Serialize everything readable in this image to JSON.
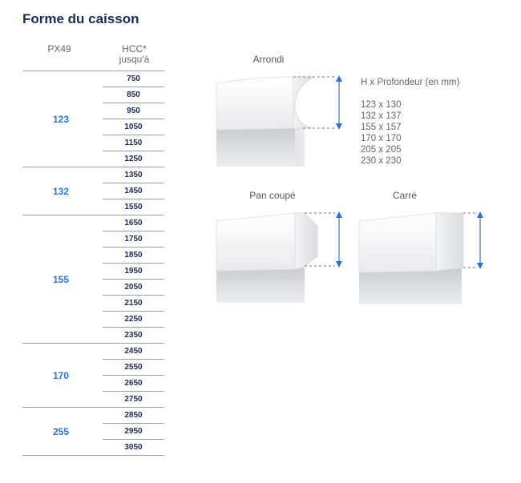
{
  "title": "Forme du caisson",
  "headers": {
    "col1": "PX49",
    "col2_line1": "HCC*",
    "col2_line2": "jusqu'à"
  },
  "groups": [
    {
      "label": "123",
      "values": [
        "750",
        "850",
        "950",
        "1050",
        "1150",
        "1250"
      ]
    },
    {
      "label": "132",
      "values": [
        "1350",
        "1450",
        "1550"
      ]
    },
    {
      "label": "155",
      "values": [
        "1650",
        "1750",
        "1850",
        "1950",
        "2050",
        "2150",
        "2250",
        "2350"
      ]
    },
    {
      "label": "170",
      "values": [
        "2450",
        "2550",
        "2650",
        "2750"
      ]
    },
    {
      "label": "255",
      "values": [
        "2850",
        "2950",
        "3050"
      ]
    }
  ],
  "shapes": {
    "rounded": "Arrondi",
    "bevel": "Pan coupé",
    "square": "Carré"
  },
  "dimensions": {
    "heading": "H x Profondeur (en mm)",
    "values": [
      "123 x 130",
      "132 x 137",
      "155 x 157",
      "170 x 170",
      "205 x 205",
      "230 x 230"
    ]
  },
  "colors": {
    "accent": "#2d73d2",
    "navy": "#1b2a57",
    "arrow": "#2d73d2"
  }
}
